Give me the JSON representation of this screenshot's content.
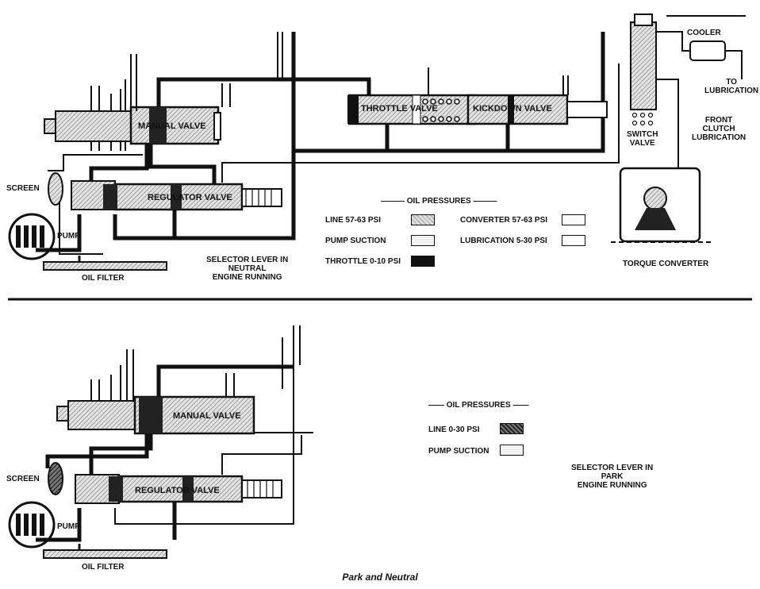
{
  "top_diagram": {
    "labels": {
      "screen": "SCREEN",
      "pump": "PUMP",
      "oil_filter": "OIL FILTER",
      "manual_valve": "MANUAL VALVE",
      "regulator_valve": "REGULATOR VALVE",
      "throttle_valve": "THROTTLE VALVE",
      "kickdown_valve": "KICKDOWN VALVE",
      "cooler": "COOLER",
      "to_lubrication": "TO\nLUBRICATION",
      "front_clutch_lubrication": "FRONT\nCLUTCH\nLUBRICATION",
      "switch_valve": "SWITCH\nVALVE",
      "torque_converter": "TORQUE CONVERTER",
      "selector_note": "SELECTOR LEVER IN\nNEUTRAL\nENGINE RUNNING"
    },
    "legend": {
      "title": "OIL PRESSURES",
      "items": [
        {
          "label": "LINE 57-63 PSI",
          "swatch": "line"
        },
        {
          "label": "PUMP SUCTION",
          "swatch": "suction"
        },
        {
          "label": "THROTTLE 0-10 PSI",
          "swatch": "throttle"
        },
        {
          "label": "CONVERTER 57-63 PSI",
          "swatch": "converter"
        },
        {
          "label": "LUBRICATION 5-30 PSI",
          "swatch": "lube"
        }
      ]
    }
  },
  "bottom_diagram": {
    "labels": {
      "screen": "SCREEN",
      "pump": "PUMP",
      "oil_filter": "OIL FILTER",
      "manual_valve": "MANUAL VALVE",
      "regulator_valve": "REGULATOR VALVE",
      "selector_note": "SELECTOR LEVER IN\nPARK\nENGINE RUNNING"
    },
    "legend": {
      "title": "OIL PRESSURES",
      "items": [
        {
          "label": "LINE 0-30 PSI",
          "swatch": "linepark"
        },
        {
          "label": "PUMP SUCTION",
          "swatch": "suction"
        }
      ]
    }
  },
  "caption": "Park and Neutral"
}
